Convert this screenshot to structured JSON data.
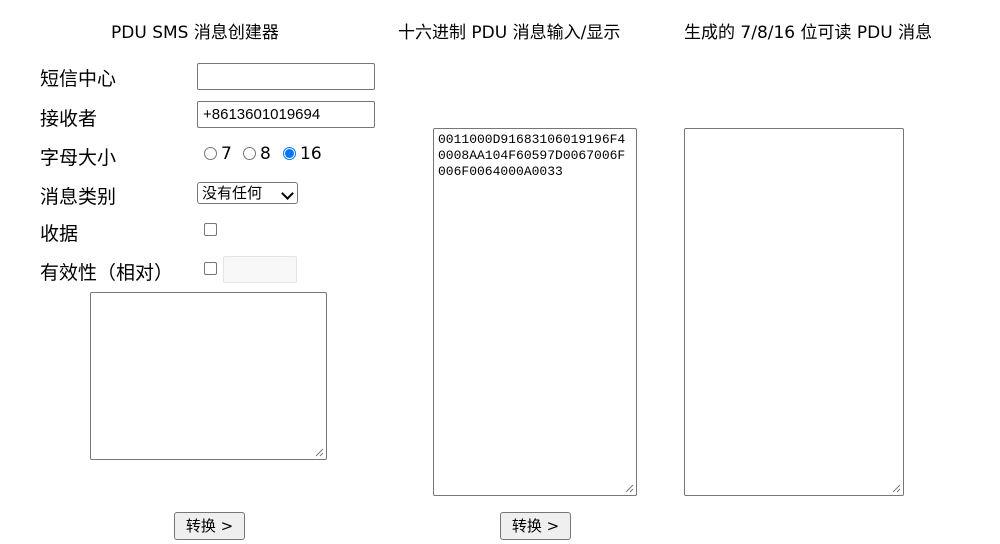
{
  "headers": {
    "creator": "PDU SMS 消息创建器",
    "hex_io": "十六进制 PDU 消息输入/显示",
    "readable": "生成的 7/8/16 位可读 PDU 消息"
  },
  "form": {
    "smsc_label": "短信中心",
    "smsc_value": "",
    "receiver_label": "接收者",
    "receiver_value": "+8613601019694",
    "alphabet_label": "字母大小",
    "alphabet_options": [
      "7",
      "8",
      "16"
    ],
    "alphabet_selected": "16",
    "msg_class_label": "消息类别",
    "msg_class_value": "没有任何",
    "receipt_label": "收据",
    "receipt_checked": false,
    "validity_label": "有效性（相对）",
    "validity_checked": false,
    "validity_value": "",
    "message_text": ""
  },
  "hex_pdu": "0011000D91683106019196F40008AA104F60597D0067006F006F0064000A0033",
  "readable_pdu": "",
  "buttons": {
    "convert_left": "转换 >",
    "convert_middle": "转换 >"
  }
}
